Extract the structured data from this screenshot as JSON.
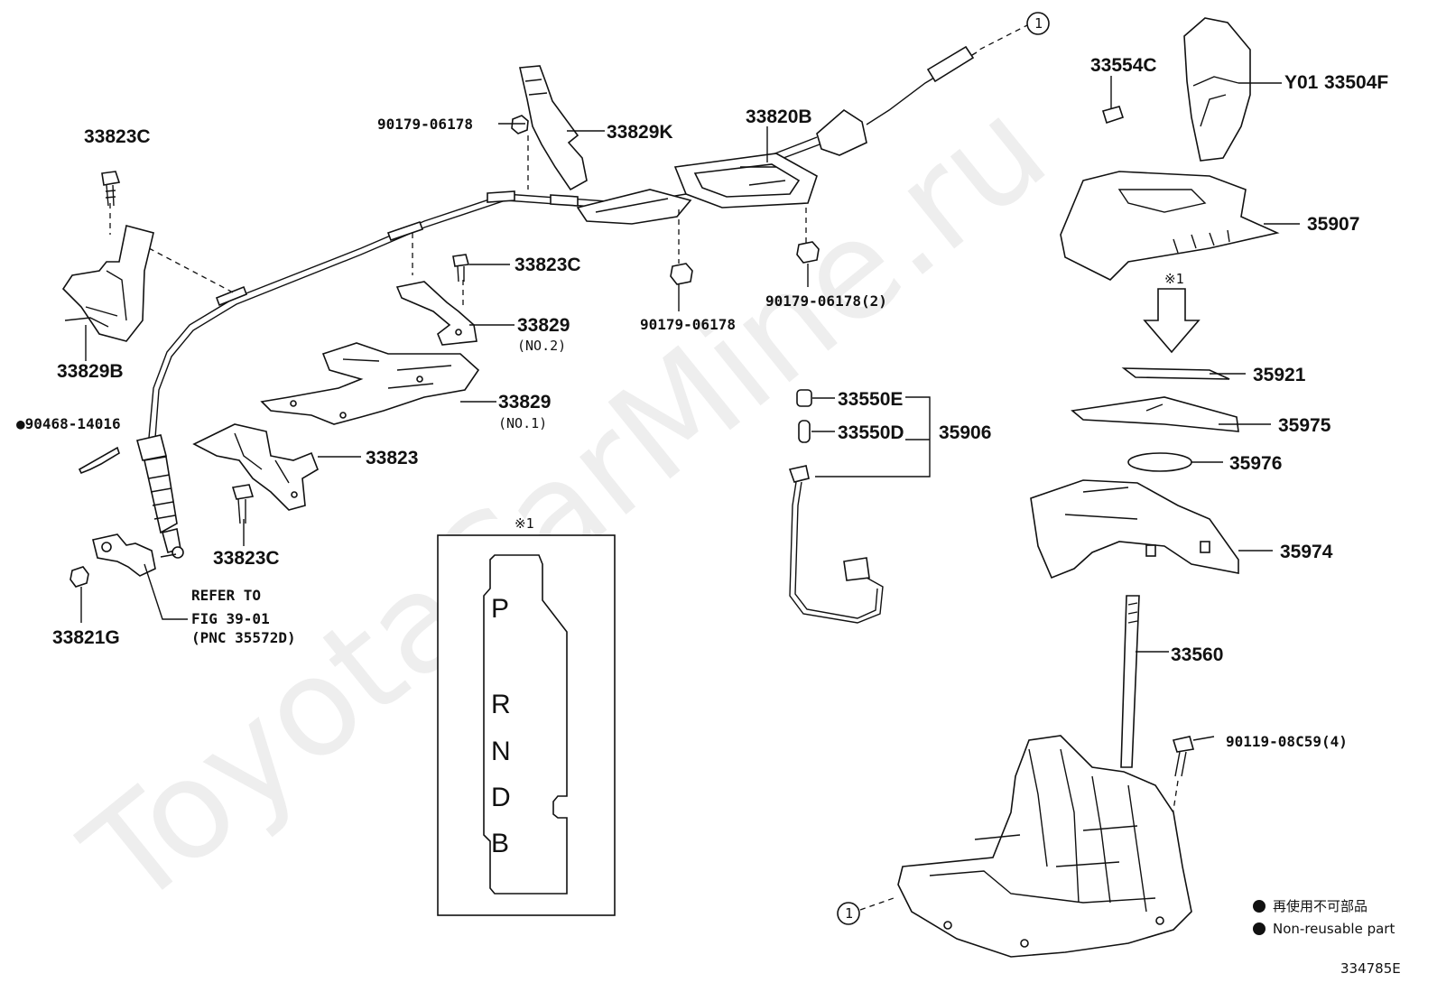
{
  "watermark": "ToyotaCarMine.ru",
  "diagram_id": "334785E",
  "inset": {
    "marker": "※1",
    "gate_letters": [
      "P",
      "R",
      "N",
      "D",
      "B"
    ]
  },
  "arrow_marker": "※1",
  "circle_ref": "1",
  "callouts": {
    "c33823c_top": "33823C",
    "c33829b": "33829B",
    "c90468": "●90468-14016",
    "c33821g": "33821G",
    "c33823c_bottom": "33823C",
    "refer_line1": "REFER TO",
    "refer_line2": "FIG 39-01",
    "refer_line3": "(PNC 35572D)",
    "c90179_a": "90179-06178",
    "c33829k": "33829K",
    "c33823c_mid": "33823C",
    "c33829_no2": "33829",
    "c33829_no2_sub": "(NO.2)",
    "c33829_no1": "33829",
    "c33829_no1_sub": "(NO.1)",
    "c33823": "33823",
    "c33820b": "33820B",
    "c90179_b": "90179-06178",
    "c90179_c": "90179-06178(2)",
    "c33550e": "33550E",
    "c33550d": "33550D",
    "c35906": "35906",
    "c33554c": "33554C",
    "cy01": "Y01",
    "c33504f": "33504F",
    "c35907": "35907",
    "c35921": "35921",
    "c35975": "35975",
    "c35976": "35976",
    "c35974": "35974",
    "c33560": "33560",
    "c90119": "90119-08C59(4)"
  },
  "legend": {
    "line_jp": "再使用不可部品",
    "line_en": "Non-reusable part"
  }
}
